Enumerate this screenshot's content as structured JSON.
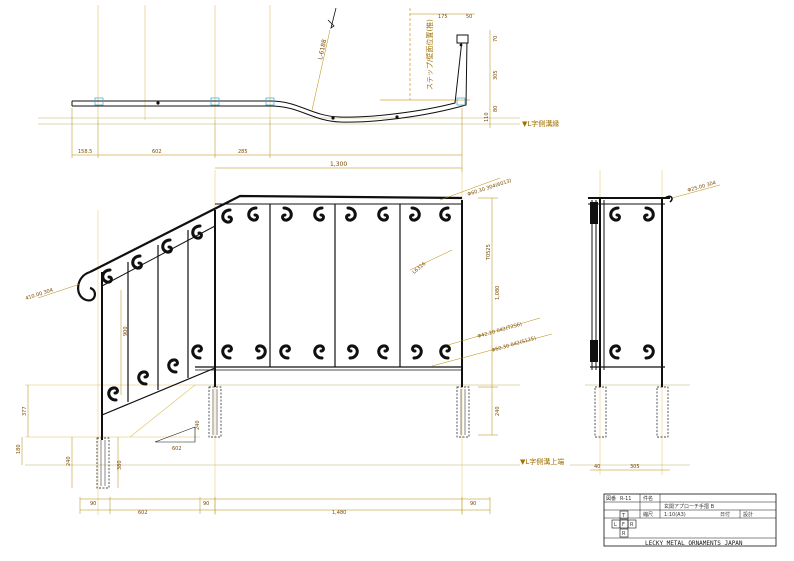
{
  "plan": {
    "wall_note": "ステップ/壁面位置(推)",
    "length_note": "L-6188",
    "ref_label": "▼L字側溝縁",
    "dims_top": [
      "175",
      "50"
    ],
    "dims_right": [
      "70",
      "305",
      "80"
    ],
    "dims_right_lower": [
      "110"
    ],
    "dims_bottom": [
      "158.5",
      "602",
      "285"
    ],
    "dim_total": "1,300"
  },
  "elevation": {
    "rail_spec_top": "Φ60.30 304(6013)",
    "rail_spec_left": "410.00 304",
    "bar_spec_upper": "Φ42.20 042(T2S6)",
    "bar_spec_lower": "Φ60.30 042(S125)",
    "top_rail_dim": "L6316",
    "height_total": "1,080",
    "height_upper": "T0525",
    "height_base": "240",
    "inner_height": "900",
    "step_rise": "602",
    "ground_label": "▼L字側溝上端",
    "dims_left": [
      "377",
      "240",
      "380",
      "180",
      "240"
    ],
    "dims_bottom": [
      "90",
      "602",
      "90",
      "1,480",
      "90"
    ]
  },
  "side": {
    "spec": "Φ25.00 304",
    "dims_bottom": [
      "40",
      "305"
    ]
  },
  "title_block": {
    "no_label": "図番",
    "no_value": "R-11",
    "name_label": "件名",
    "title": "玄関アプローチ手摺 B",
    "scale_label": "縮尺",
    "scale_value": "1:10(A3)",
    "date_label": "日付",
    "date_value": "",
    "designer_label": "設計",
    "view_marks": [
      "T",
      "L",
      "F",
      "R",
      "R"
    ],
    "company": "LECKY METAL ORNAMENTS JAPAN"
  },
  "colors": {
    "ink": "#101010",
    "dimension": "#b58a00",
    "guide": "#e0c060",
    "hidden": "#3aa6c8",
    "paper": "#ffffff"
  }
}
